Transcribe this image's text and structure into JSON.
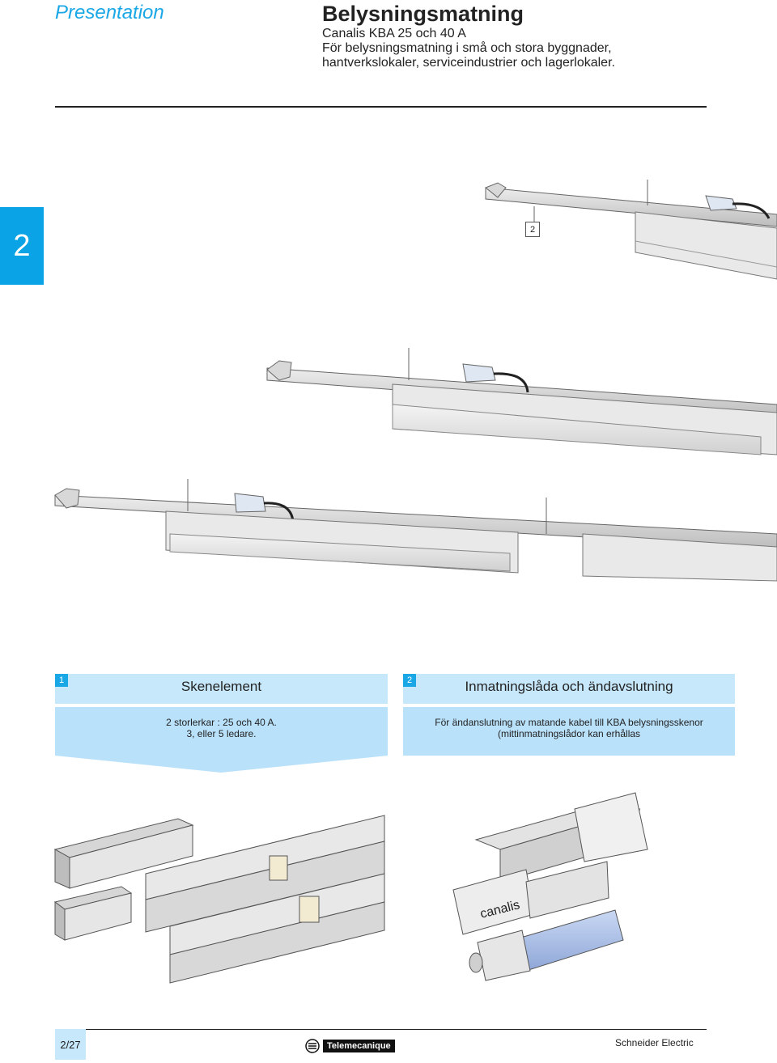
{
  "header": {
    "section": "Presentation",
    "title": "Belysningsmatning",
    "subtitle_lines": [
      "Canalis KBA 25 och 40 A",
      "För belysningsmatning i små och stora byggnader,",
      "hantverkslokaler, serviceindustrier och lagerlokaler."
    ]
  },
  "chapter_tab": "2",
  "callout": "2",
  "columns": [
    {
      "number": "1",
      "title": "Skenelement",
      "body_lines": [
        "2 storlerkar : 25 och 40 A.",
        "3, eller 5 ledare."
      ]
    },
    {
      "number": "2",
      "title": "Inmatningslåda och ändavslutning",
      "body_lines": [
        "För ändanslutning av matande kabel till KBA belysningsskenor",
        "(mittinmatningslådor kan erhållas"
      ]
    }
  ],
  "product_label": "canalis",
  "footer": {
    "page": "2/27",
    "brand": "Telemecanique",
    "company": "Schneider Electric"
  },
  "colors": {
    "accent": "#0aa3e6",
    "light_blue": "#c7e8fb",
    "body_blue": "#b9e1fa"
  }
}
